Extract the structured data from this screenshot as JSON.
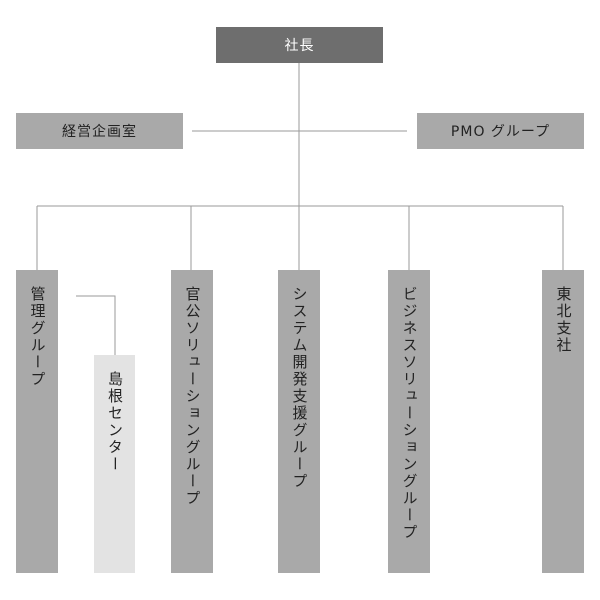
{
  "chart": {
    "root": "社長",
    "staff": {
      "left": "経営企画室",
      "right": "PMO グループ"
    },
    "units": [
      "管理グループ",
      "島根センター",
      "官公ソリューショングループ",
      "システム開発支援グループ",
      "ビジネスソリューショングループ",
      "東北支社"
    ]
  }
}
